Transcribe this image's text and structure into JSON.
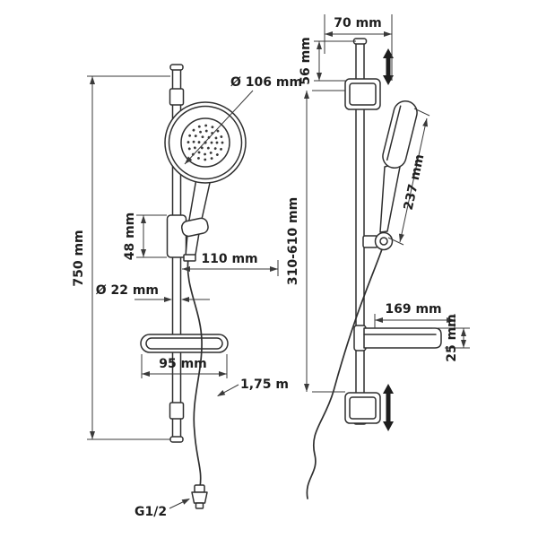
{
  "labels": {
    "overall_height": "750 mm",
    "head_diameter": "Ø 106 mm",
    "holder_height": "48 mm",
    "holder_reach": "110 mm",
    "rail_diameter": "Ø 22 mm",
    "dish_width": "95 mm",
    "hose_length": "1,75 m",
    "connection_thread": "G1/2",
    "top_offset": "70 mm",
    "bracket_top_height": "56 mm",
    "adjustable_range": "310-610 mm",
    "hand_shower_length": "237 mm",
    "dish_depth": "169 mm",
    "dish_height": "25 mm"
  },
  "colors": {
    "line": "#2f2f2f",
    "dimension": "#3a3a3a",
    "background": "#ffffff"
  }
}
